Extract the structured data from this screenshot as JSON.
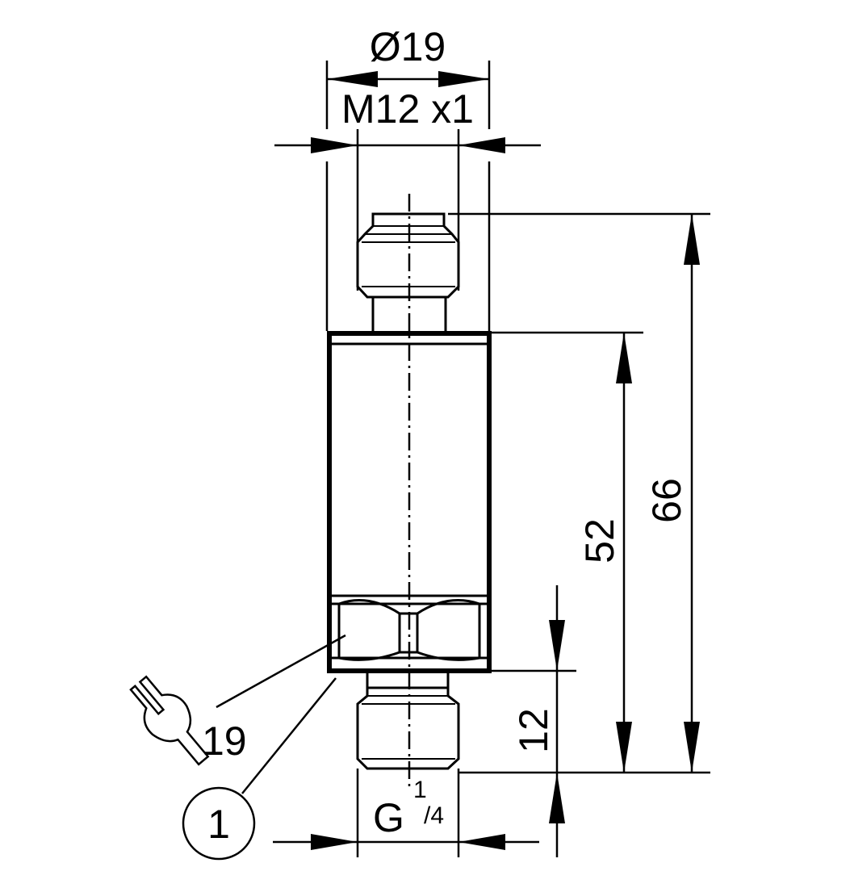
{
  "labels": {
    "diameter": "Ø19",
    "thread_top": "M12 x1",
    "height_total": "66",
    "height_body": "52",
    "height_thread": "12",
    "wrench_size": "19",
    "callout": "1",
    "thread_bottom_g": "G",
    "thread_bottom_num": "1",
    "thread_bottom_den": "/4"
  },
  "icons": {
    "wrench": "wrench-icon"
  }
}
